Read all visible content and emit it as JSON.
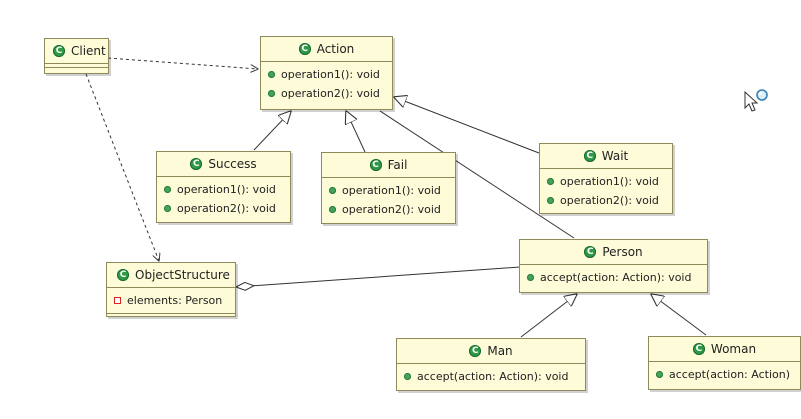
{
  "diagram": {
    "classes": {
      "client": {
        "name": "Client"
      },
      "action": {
        "name": "Action",
        "members": [
          "operation1(): void",
          "operation2(): void"
        ]
      },
      "success": {
        "name": "Success",
        "members": [
          "operation1(): void",
          "operation2(): void"
        ]
      },
      "fail": {
        "name": "Fail",
        "members": [
          "operation1(): void",
          "operation2(): void"
        ]
      },
      "wait": {
        "name": "Wait",
        "members": [
          "operation1(): void",
          "operation2(): void"
        ]
      },
      "person": {
        "name": "Person",
        "members": [
          "accept(action: Action): void"
        ]
      },
      "objectstructure": {
        "name": "ObjectStructure",
        "members": [
          "elements: Person"
        ]
      },
      "man": {
        "name": "Man",
        "members": [
          "accept(action: Action): void"
        ]
      },
      "woman": {
        "name": "Woman",
        "members": [
          "accept(action: Action)"
        ]
      }
    },
    "colors": {
      "class_fill": "#fdfbd8",
      "class_border": "#8f8a5a",
      "class_icon": "#2e9a47",
      "method_icon": "#43a35a",
      "field_icon": "#dd2222",
      "connector": "#333333"
    },
    "icons": {
      "class": "class-c-icon",
      "method": "public-method-icon",
      "field": "private-field-icon",
      "cursor": "pointer-search-cursor-icon"
    }
  }
}
